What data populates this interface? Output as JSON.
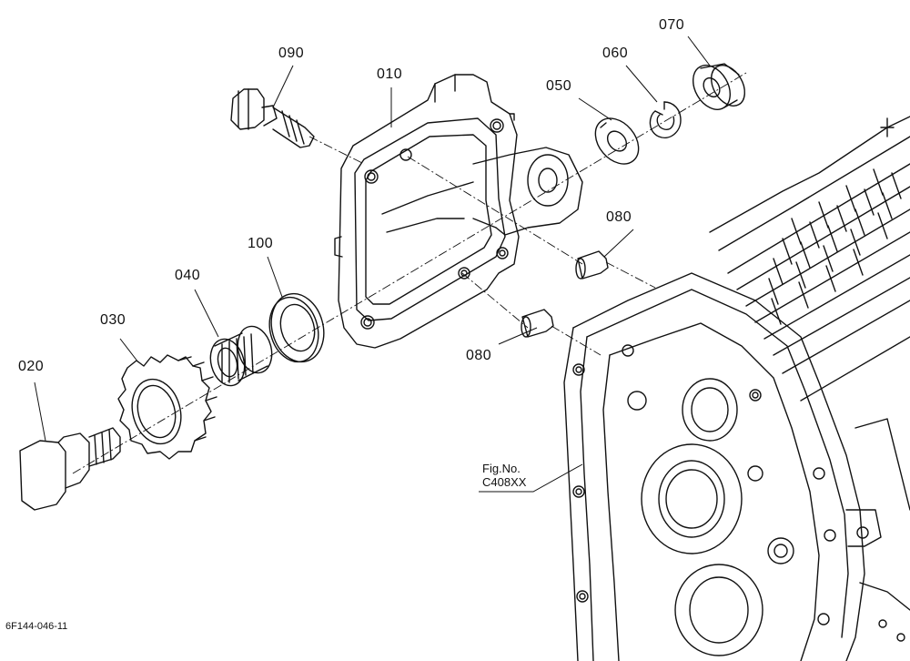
{
  "diagram": {
    "parts": [
      {
        "id": "010"
      },
      {
        "id": "020"
      },
      {
        "id": "030"
      },
      {
        "id": "040"
      },
      {
        "id": "050"
      },
      {
        "id": "060"
      },
      {
        "id": "070"
      },
      {
        "id": "080"
      },
      {
        "id": "080"
      },
      {
        "id": "090"
      },
      {
        "id": "100"
      }
    ],
    "figure_reference": {
      "label": "Fig.No.",
      "number": "C408XX"
    },
    "drawing_code": "6F144-046-11"
  }
}
